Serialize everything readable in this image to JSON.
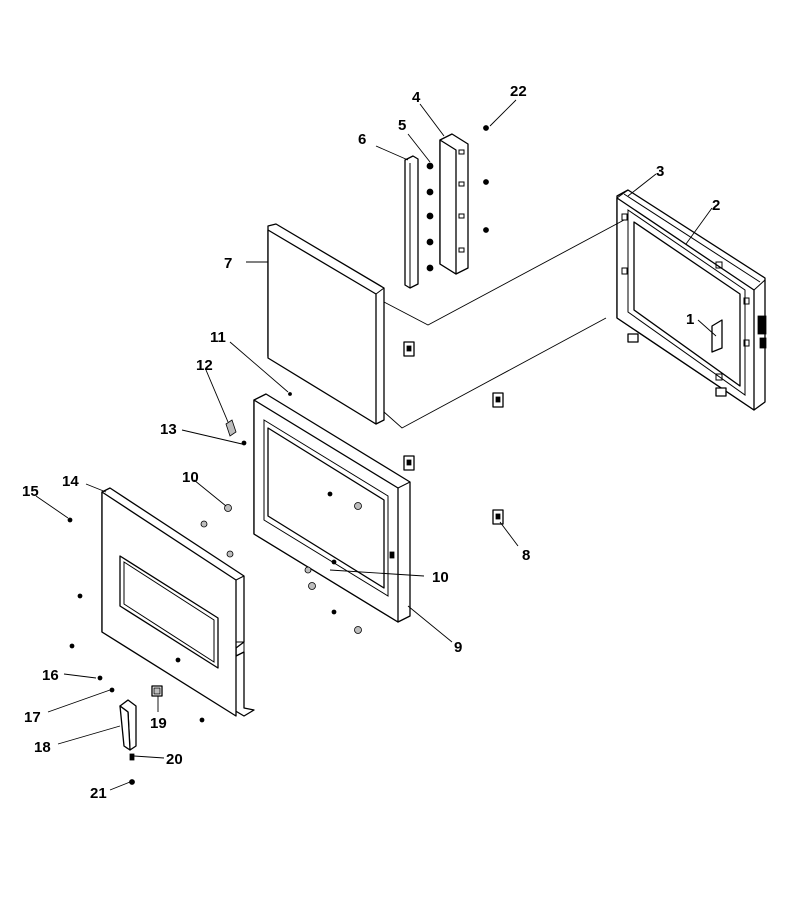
{
  "diagram": {
    "kind": "exploded-parts-view",
    "callouts": [
      "1",
      "2",
      "3",
      "4",
      "5",
      "6",
      "7",
      "8",
      "9",
      "10",
      "10",
      "11",
      "12",
      "13",
      "14",
      "15",
      "16",
      "17",
      "18",
      "19",
      "20",
      "21",
      "22"
    ]
  }
}
